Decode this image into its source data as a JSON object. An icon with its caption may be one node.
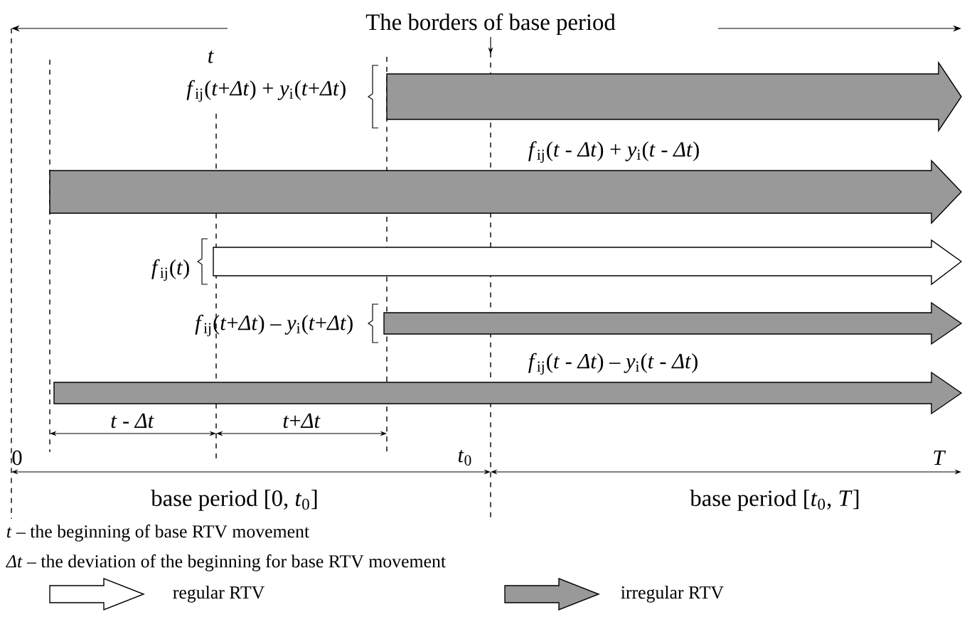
{
  "diagram": {
    "nodes": [
      {
        "text": [],
        "shape": "arrow",
        "beside": [
          "*f*$_{ij}$(*t*+*Δt*) + *y*$_{i}$(*t*+*Δt*)"
        ]
      },
      {
        "text": [],
        "shape": "arrow",
        "beside": [
          "*f*$_{ij}$(*t* - *Δt*) + *y*$_{i}$(*t* - *Δt*)"
        ]
      },
      {
        "text": [],
        "shape": "arrow",
        "beside": [
          "*f*$_{ij}$(*t*)"
        ]
      },
      {
        "text": [],
        "shape": "arrow",
        "beside": [
          "*f*$_{ij}$(*t*+*Δt*) – *y*$_{i}$(*t*+*Δt*)"
        ]
      },
      {
        "text": [],
        "shape": "arrow",
        "beside": [
          "*f*$_{ij}$(*t* - *Δt*) – *y*$_{i}$(*t* - *Δt*)"
        ]
      }
    ],
    "edges": [],
    "labels": [
      "The borders of base period",
      "t",
      "*t* - *Δt*",
      "*t*+*Δt*",
      "0",
      "*t*$_{0}$",
      "T",
      "base period [0, *t*$_{0}$]",
      "base period [*t*$_{0}$, *T*]",
      "*t* – the beginning of base RTV movement",
      "*Δt* – the deviation of the beginning for base RTV movement"
    ],
    "legend": [
      {
        "text": "regular RTV"
      },
      {
        "text": "irregular RTV",
        "color": "#999999"
      }
    ]
  }
}
